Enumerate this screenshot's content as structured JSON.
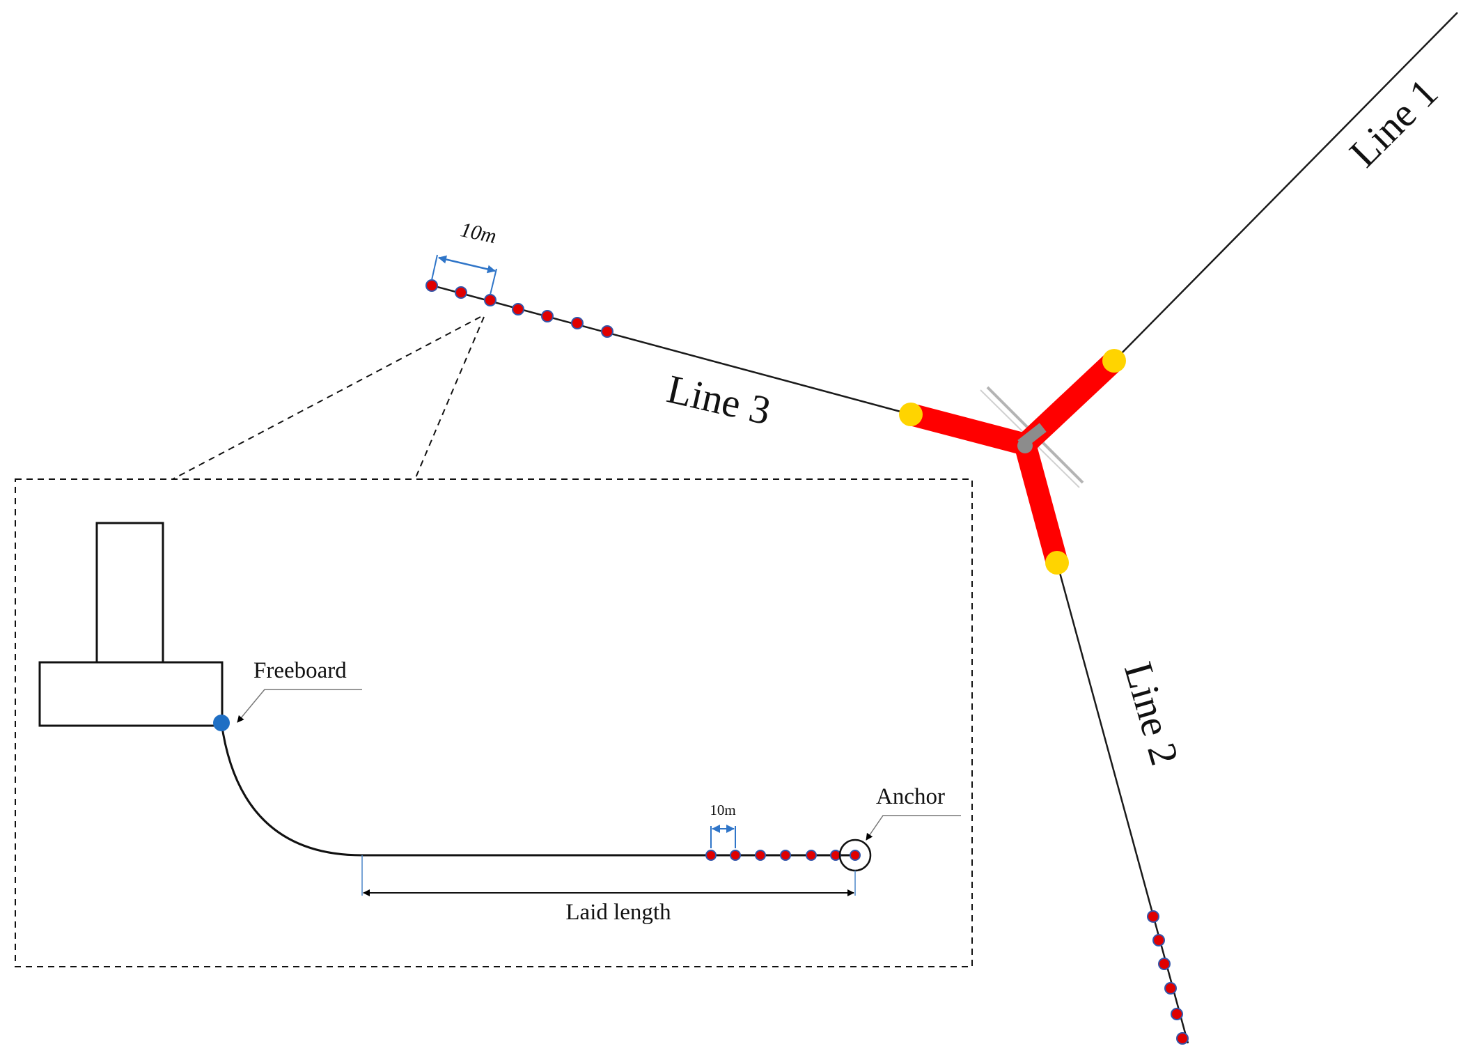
{
  "labels": {
    "line1": "Line 1",
    "line2": "Line 2",
    "line3": "Line 3",
    "spacing_top": "10m",
    "spacing_inset": "10m",
    "freeboard": "Freeboard",
    "anchor": "Anchor",
    "laid_length": "Laid length"
  },
  "colors": {
    "line": "#1a1a1a",
    "float_arm": "#ff0000",
    "fairlead": "#ffd400",
    "marker_fill": "#e00000",
    "marker_stroke": "#3355aa",
    "freeboard_point": "#1f6fc4",
    "dimension": "#2f75c8",
    "rotor": "#9a9a9a"
  }
}
